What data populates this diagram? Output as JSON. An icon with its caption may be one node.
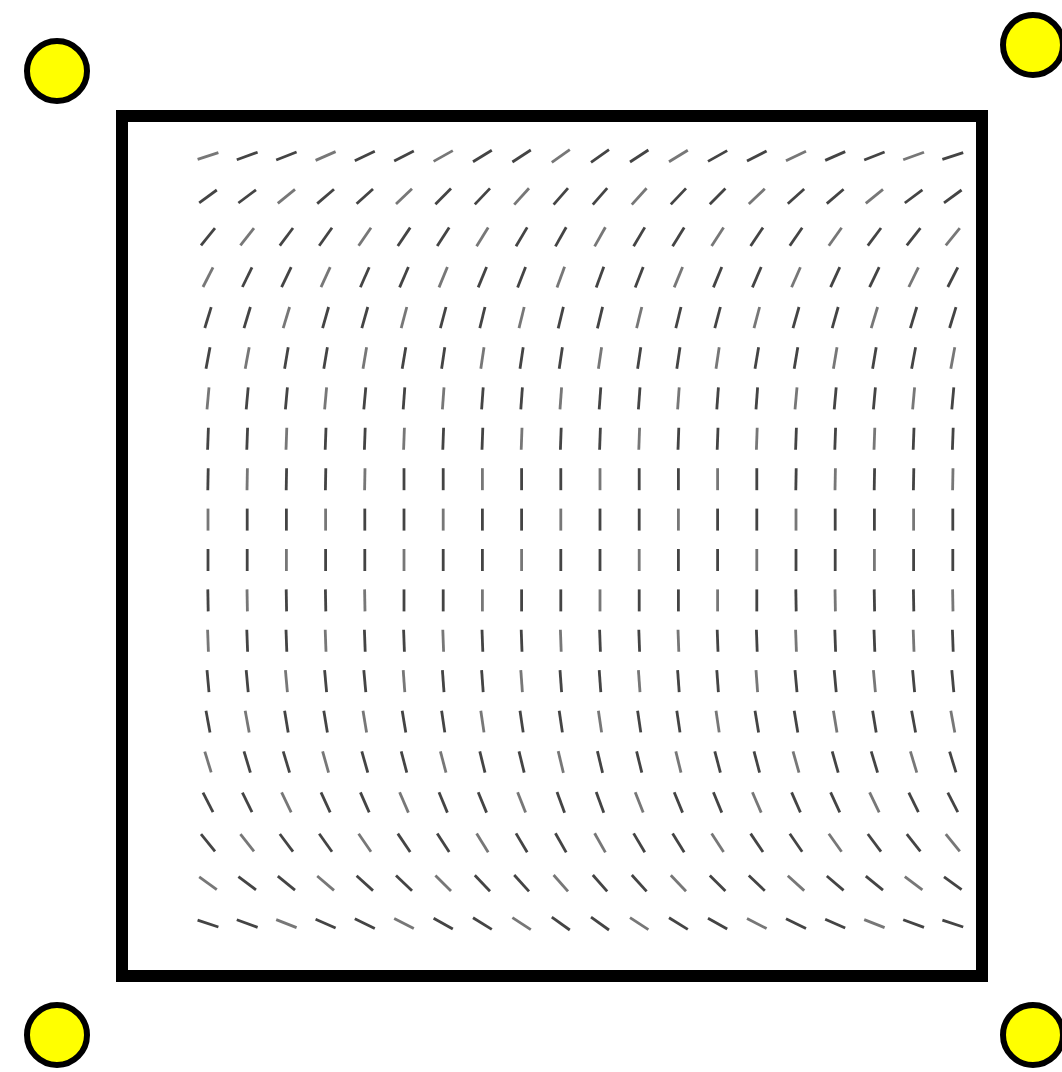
{
  "diagram": {
    "nodes": [
      {
        "text": [],
        "shape": "box"
      },
      {
        "text": [],
        "shape": "circle"
      },
      {
        "text": [],
        "shape": "circle"
      },
      {
        "text": [],
        "shape": "circle"
      },
      {
        "text": [],
        "shape": "circle"
      }
    ]
  }
}
